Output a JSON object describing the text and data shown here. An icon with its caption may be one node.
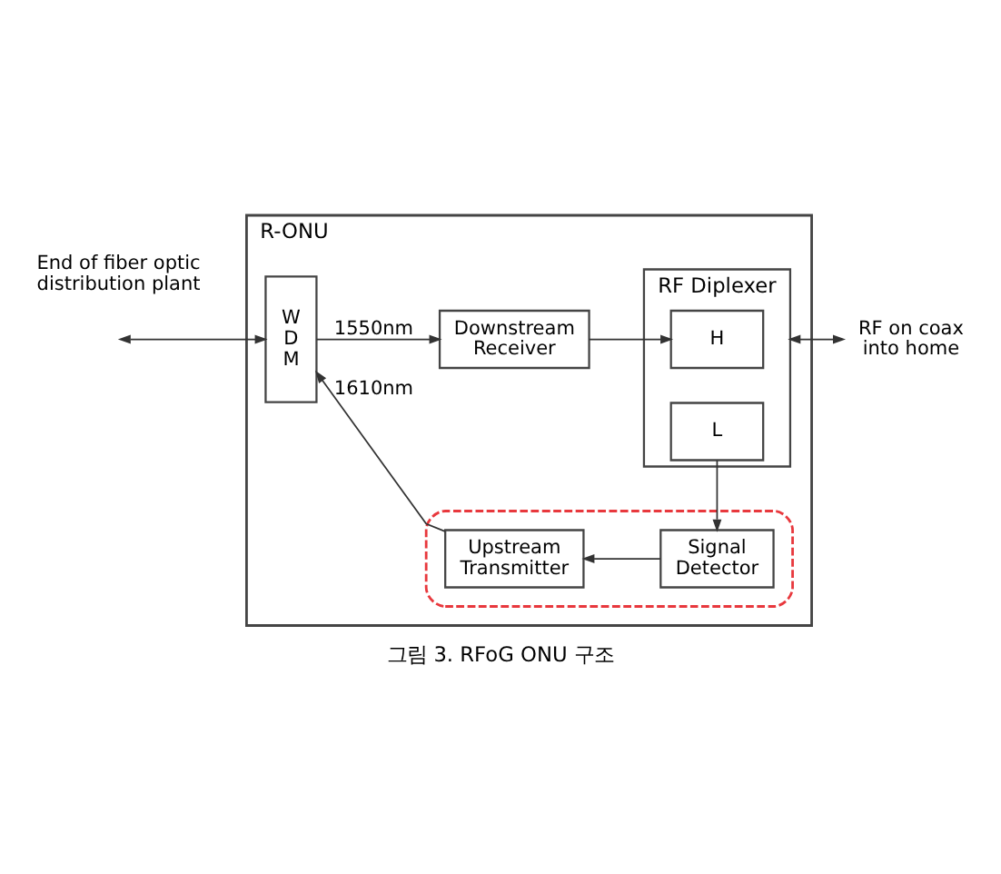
{
  "diagram": {
    "caption": "그림 3. RFoG ONU 구조",
    "nodes": [
      {
        "text": [
          "R-ONU"
        ]
      },
      {
        "text": [
          "Downstream Receiver"
        ],
        "in": 0
      },
      {
        "text": [
          "RF Diplexer"
        ],
        "in": 0
      },
      {
        "text": [
          "H"
        ],
        "in": 2
      },
      {
        "text": [
          "L"
        ],
        "in": 2
      },
      {
        "text": [
          "RF on coax into home"
        ]
      },
      {
        "text": [
          "W D M"
        ],
        "in": 0
      },
      {
        "text": [],
        "shape": "box",
        "in": 0
      },
      {
        "text": [
          "Upstream Transmitter"
        ],
        "in": 7
      },
      {
        "text": [
          "Signal Detector"
        ],
        "in": 7
      }
    ],
    "edges": [
      {
        "from": null,
        "to": 6,
        "arrow": "both"
      },
      {
        "from": 6,
        "to": 1,
        "arrow": "to",
        "label": "1550nm"
      },
      {
        "from": 1,
        "to": 3,
        "arrow": "to"
      },
      {
        "from": 2,
        "to": 5,
        "arrow": "both"
      },
      {
        "from": 4,
        "to": 9,
        "arrow": "to"
      },
      {
        "from": 9,
        "to": 8,
        "arrow": "to"
      },
      {
        "from": 8,
        "to": 6,
        "arrow": "to",
        "label": "1610nm"
      }
    ],
    "labels": [
      "End of fiber optic distribution plant"
    ]
  }
}
